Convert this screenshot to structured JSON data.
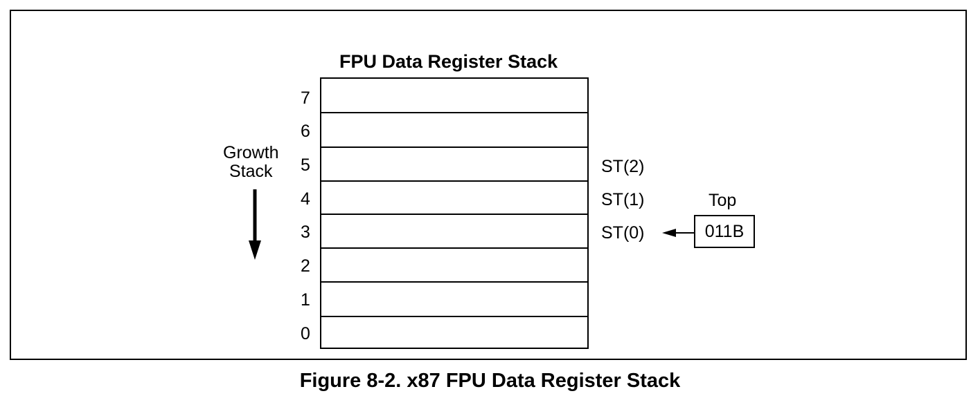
{
  "diagram": {
    "title": "FPU Data Register Stack",
    "registers": [
      {
        "index": "7",
        "st_label": ""
      },
      {
        "index": "6",
        "st_label": ""
      },
      {
        "index": "5",
        "st_label": "ST(2)"
      },
      {
        "index": "4",
        "st_label": "ST(1)"
      },
      {
        "index": "3",
        "st_label": "ST(0)"
      },
      {
        "index": "2",
        "st_label": ""
      },
      {
        "index": "1",
        "st_label": ""
      },
      {
        "index": "0",
        "st_label": ""
      }
    ],
    "growth_label_line1": "Growth",
    "growth_label_line2": "Stack",
    "top_label": "Top",
    "top_value": "011B"
  },
  "caption": "Figure 8-2.  x87 FPU Data Register Stack"
}
